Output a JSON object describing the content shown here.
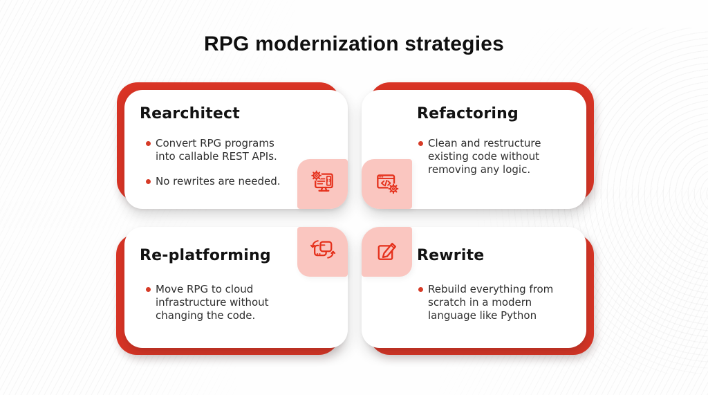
{
  "title": "RPG modernization strategies",
  "colors": {
    "accent_red": "#D93425",
    "icon_red": "#E5301B",
    "tile_pink": "#FAC6C0",
    "bullet_red": "#D63B27",
    "heading_text": "#121212",
    "body_text": "#2e2e2e"
  },
  "cards": [
    {
      "title": "Rearchitect",
      "icon": "monitor-gear-code-icon",
      "bullets": [
        "Convert RPG programs\ninto callable REST APIs.",
        "No rewrites are needed."
      ]
    },
    {
      "title": "Refactoring",
      "icon": "browser-code-gear-icon",
      "bullets": [
        "Clean and restructure\nexisting code without\nremoving any logic."
      ]
    },
    {
      "title": "Re-platforming",
      "icon": "replatform-migration-icon",
      "bullets": [
        "Move RPG to cloud\ninfrastructure without\nchanging the code."
      ]
    },
    {
      "title": "Rewrite",
      "icon": "edit-pencil-square-icon",
      "bullets": [
        "Rebuild everything from\nscratch in a modern\nlanguage like Python"
      ]
    }
  ]
}
